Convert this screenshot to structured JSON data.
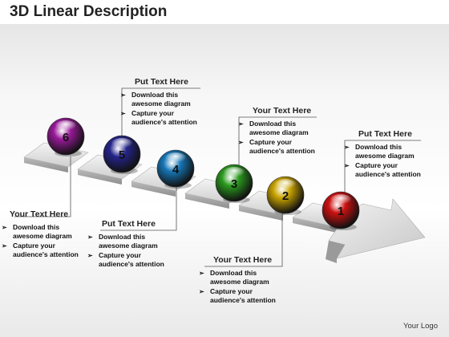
{
  "title": "3D Linear Description",
  "logo": "Your Logo",
  "bullets": [
    "Download this awesome diagram",
    "Capture your audience's attention"
  ],
  "steps": [
    {
      "number": "1",
      "color": "#cc1111",
      "heading": "Put Text Here"
    },
    {
      "number": "2",
      "color": "#c9a300",
      "heading": "Your Text Here"
    },
    {
      "number": "3",
      "color": "#2a9a1e",
      "heading": "Your Text Here"
    },
    {
      "number": "4",
      "color": "#1677b8",
      "heading": "Put Text Here"
    },
    {
      "number": "5",
      "color": "#25248c",
      "heading": "Put Text Here"
    },
    {
      "number": "6",
      "color": "#9a1a9a",
      "heading": "Your Text Here"
    }
  ]
}
